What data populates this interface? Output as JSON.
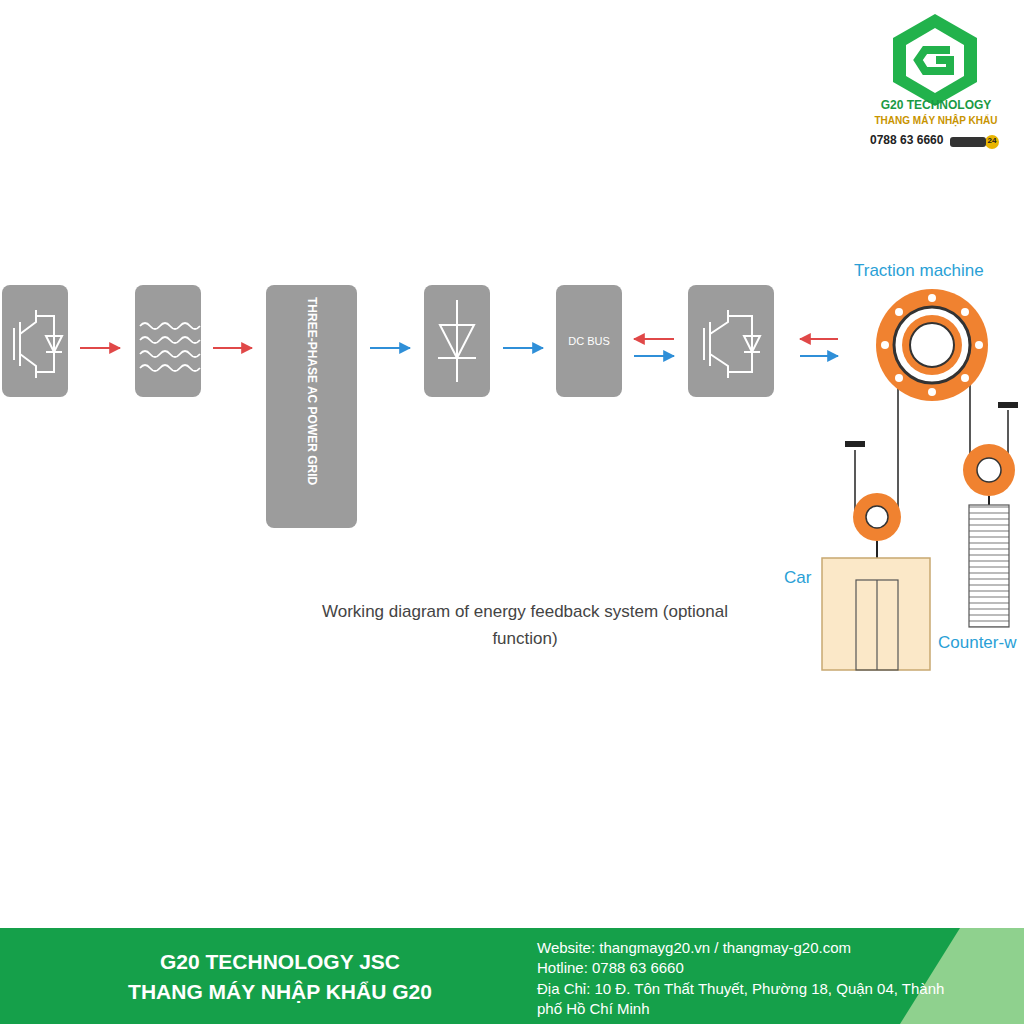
{
  "diagram": {
    "caption": "Working diagram of energy feedback system (optional function)",
    "nodes": [
      {
        "text": [
          "THREE-PHASE AC POWER GRID"
        ]
      },
      {
        "text": [
          "DC BUS"
        ]
      },
      {
        "text": [
          "Traction machine"
        ]
      },
      {
        "text": [
          "Car"
        ]
      },
      {
        "text": [
          "Counter-w"
        ]
      }
    ],
    "labels": [
      "G20 TECHNOLOGY",
      "THANG MÁY NHẬP KHẨU",
      "0788 63 6660",
      "24",
      "G20 TECHNOLOGY JSC",
      "THANG MÁY NHẬP KHẨU G20",
      "Website: thangmayg20.vn / thangmay-g20.com",
      "Hotline: 0788 63 6660",
      "Địa Chỉ:  10 Đ. Tôn Thất Thuyết, Phường 18, Quận 04, Thành phố Hồ Chí Minh"
    ]
  }
}
